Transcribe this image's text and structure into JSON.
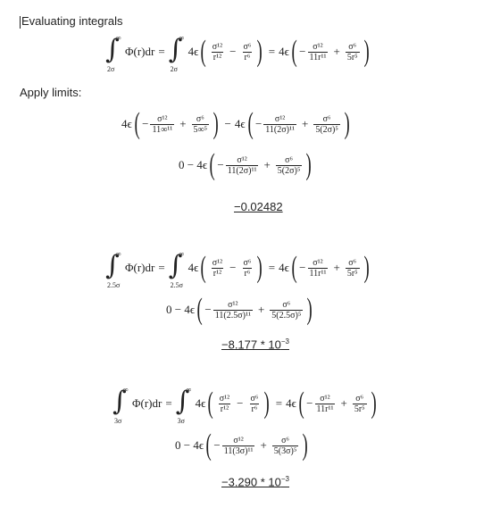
{
  "headings": {
    "title": "Evaluating integrals",
    "apply": "Apply limits:"
  },
  "math": {
    "integrand": "Φ(r)dr",
    "four_eps": "4ϵ",
    "inf": "∞",
    "lower1": "2σ",
    "lower2": "2.5σ",
    "lower3": "3σ",
    "s12": "σ¹²",
    "s6": "σ⁶",
    "r12": "r¹²",
    "r6": "r⁶",
    "d11r": "11r¹¹",
    "d5r": "5r⁵",
    "d11inf": "11∞¹¹",
    "d5inf": "5∞⁵",
    "d11_2s": "11(2σ)¹¹",
    "d5_2s": "5(2σ)⁵",
    "d11_25s": "11(2.5σ)¹¹",
    "d5_25s": "5(2.5σ)⁵",
    "d11_3s": "11(3σ)¹¹",
    "d5_3s": "5(3σ)⁵",
    "zero_minus": "0 − 4ϵ"
  },
  "results": {
    "r1": "−0.02482",
    "r2_mant": "−8.177 * 10",
    "r2_exp": "−3",
    "r3_mant": "−3.290 * 10",
    "r3_exp": "−3"
  }
}
